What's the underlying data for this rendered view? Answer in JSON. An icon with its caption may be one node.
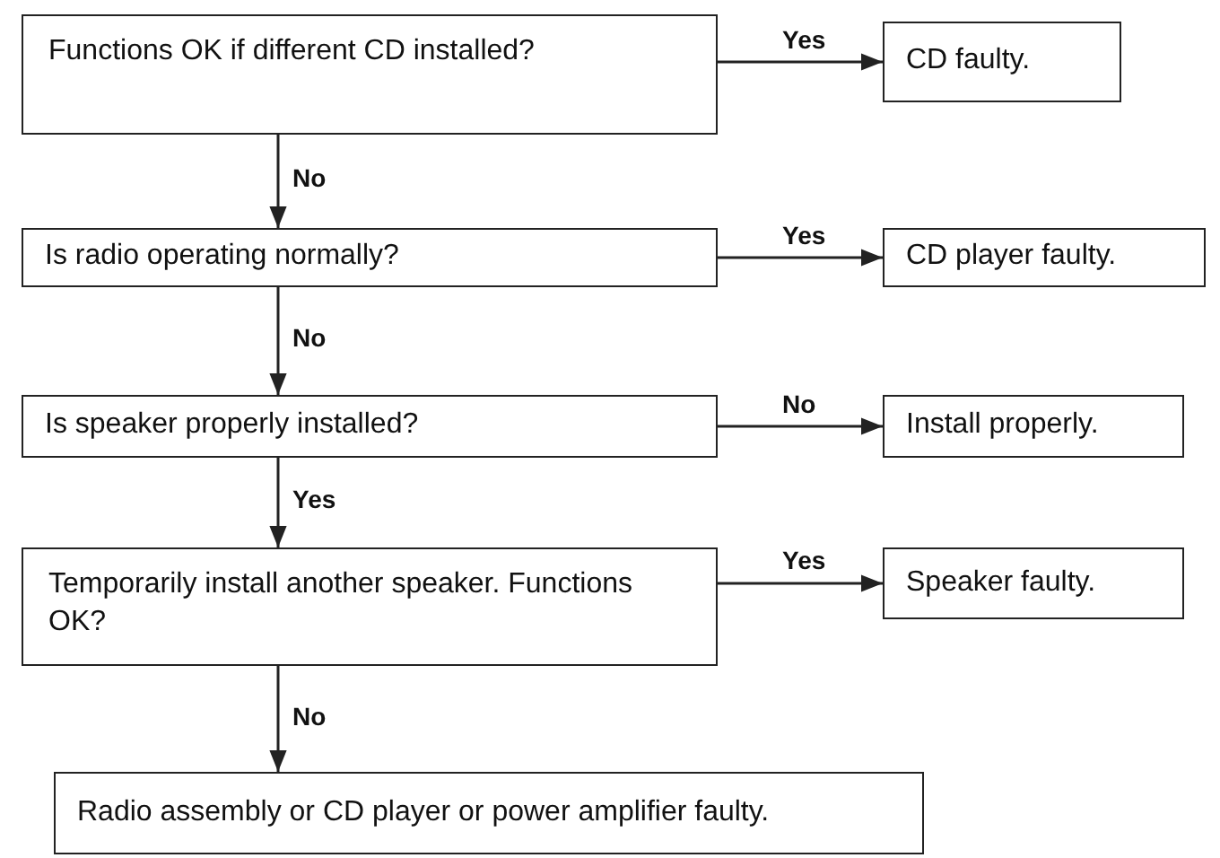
{
  "diagram": {
    "nodes": [
      {
        "text": [
          "Functions OK if different CD installed?"
        ]
      },
      {
        "text": [
          "CD faulty."
        ]
      },
      {
        "text": [
          "Is radio operating normally?"
        ]
      },
      {
        "text": [
          "CD player faulty."
        ]
      },
      {
        "text": [
          "Is speaker properly installed?"
        ]
      },
      {
        "text": [
          "Install properly."
        ]
      },
      {
        "text": [
          "Temporarily install another speaker. Functions OK?"
        ]
      },
      {
        "text": [
          "Speaker faulty."
        ]
      },
      {
        "text": [
          "Radio assembly or CD player or power amplifier faulty."
        ]
      }
    ],
    "edges": [
      {
        "from": 0,
        "to": 1,
        "arrow": "to",
        "label": "Yes"
      },
      {
        "from": 0,
        "to": 2,
        "arrow": "to",
        "label": "No"
      },
      {
        "from": 2,
        "to": 3,
        "arrow": "to",
        "label": "Yes"
      },
      {
        "from": 2,
        "to": 4,
        "arrow": "to",
        "label": "No"
      },
      {
        "from": 4,
        "to": 5,
        "arrow": "to",
        "label": "No"
      },
      {
        "from": 4,
        "to": 6,
        "arrow": "to",
        "label": "Yes"
      },
      {
        "from": 6,
        "to": 7,
        "arrow": "to",
        "label": "Yes"
      },
      {
        "from": 6,
        "to": 8,
        "arrow": "to",
        "label": "No"
      }
    ]
  }
}
